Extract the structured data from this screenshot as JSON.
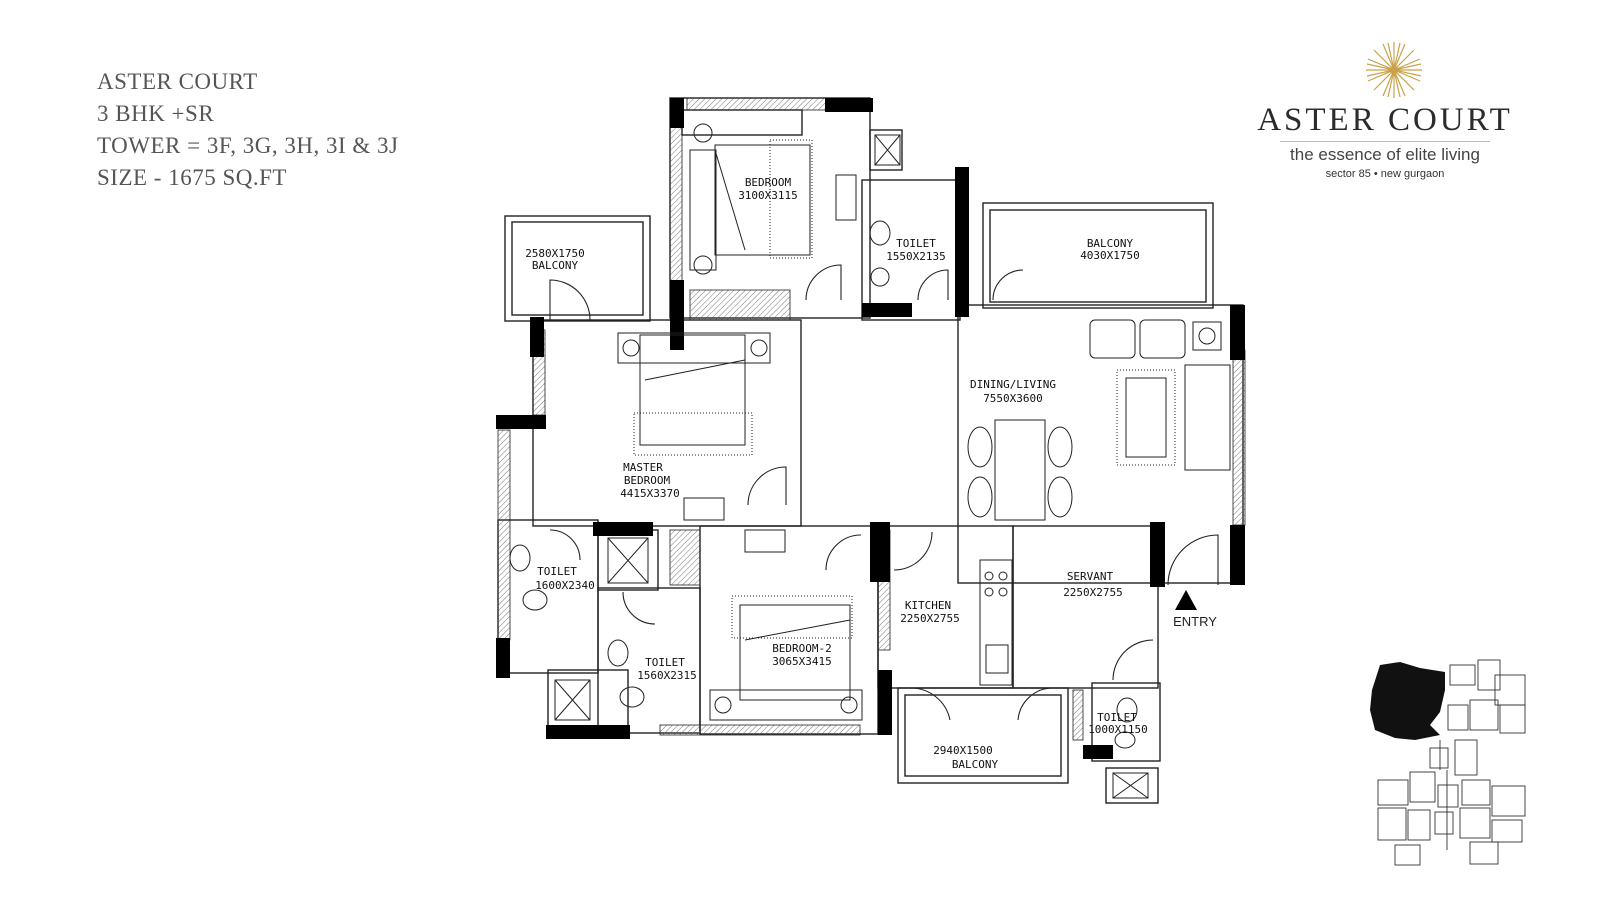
{
  "project_info": {
    "line1": "ASTER COURT",
    "line2": "3 BHK +SR",
    "line3": "TOWER = 3F, 3G, 3H, 3I & 3J",
    "line4": "SIZE - 1675 SQ.FT"
  },
  "brand": {
    "name": "ASTER COURT",
    "tagline": "the essence of elite living",
    "location": "sector 85 • new gurgaon",
    "accent_color": "#c9a24a"
  },
  "rooms": {
    "bedroom_top": {
      "name": "BEDROOM",
      "size": "3100X3115"
    },
    "toilet_top": {
      "name": "TOILET",
      "size": "1550X2135"
    },
    "balcony_left": {
      "size": "2580X1750",
      "name": "BALCONY"
    },
    "balcony_right": {
      "name": "BALCONY",
      "size": "4030X1750"
    },
    "dining_living": {
      "name": "DINING/LIVING",
      "size": "7550X3600"
    },
    "master_bedroom": {
      "name1": "MASTER",
      "name2": "BEDROOM",
      "size": "4415X3370"
    },
    "toilet_left": {
      "name": "TOILET",
      "size": "1600X2340"
    },
    "toilet_mid": {
      "name": "TOILET",
      "size": "1560X2315"
    },
    "bedroom_2": {
      "name": "BEDROOM-2",
      "size": "3065X3415"
    },
    "kitchen": {
      "name": "KITCHEN",
      "size": "2250X2755"
    },
    "servant": {
      "name": "SERVANT",
      "size": "2250X2755"
    },
    "entry": "ENTRY",
    "toilet_small": {
      "name": "TOILET",
      "size": "1000X1150"
    },
    "balcony_bottom": {
      "size": "2940X1500",
      "name": "BALCONY"
    }
  }
}
